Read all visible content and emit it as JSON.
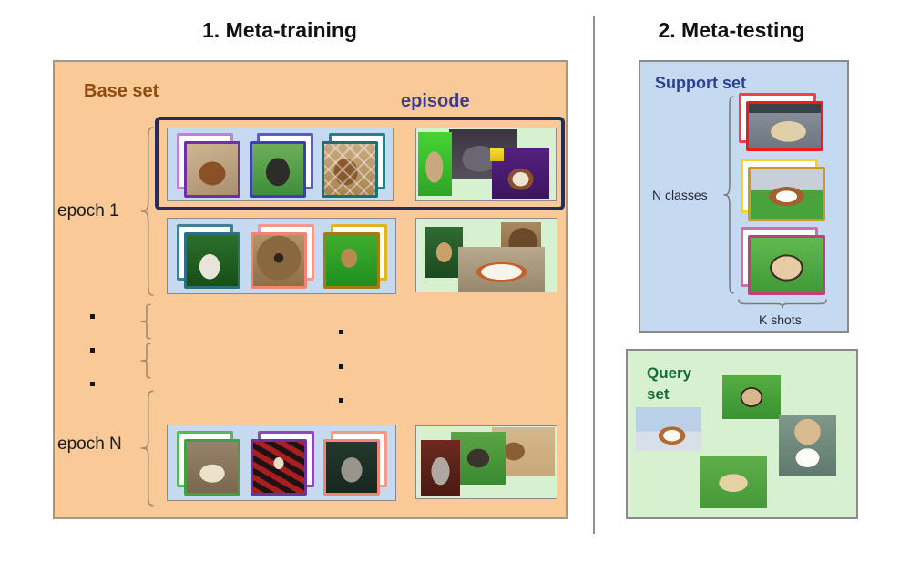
{
  "colors": {
    "orange-bg": "#f9c997",
    "panel-border": "#9b9b8b",
    "box-border": "#8a8a8a",
    "blue-bg": "#c5d9f0",
    "green-bg": "#d7f0cf",
    "navy": "#242c58",
    "divider": "#909090",
    "brace-tan": "#a08d6e",
    "brace-gray": "#7d7d7d",
    "title": "#111111",
    "base-set": "#8f4a0e",
    "episode": "#3d3d8f",
    "support-set": "#2c3f94",
    "query-set": "#156b33",
    "label-dark": "#26263a",
    "r1c1": "#7030a0",
    "r1c1-back": "#c77fd6",
    "r1c2": "#3c3cbe",
    "r1c2-back": "#5c5cc8",
    "r1c3": "#1e6e78",
    "r1c3-back": "#2a7f8a",
    "r2c1": "#2a7080",
    "r2c1-back": "#3a8294",
    "r2c2": "#f28573",
    "r2c2-back": "#f49a8a",
    "r2c3": "#a57b16",
    "r2c3-back": "#e3b320",
    "rnc1": "#3fa33f",
    "rnc1-back": "#57b857",
    "rnc2": "#7030a0",
    "rnc2-back": "#8a4ab8",
    "rnc3": "#f28573",
    "rnc3-back": "#f49a8a",
    "s1": "#ee1c1c",
    "s1-back": "#f34040",
    "s2": "#c89b28",
    "s2-back": "#f5d327",
    "s3": "#bf3f7f",
    "s3-back": "#d070a8"
  },
  "meta_training": {
    "title": "1. Meta-training",
    "base_set_label": "Base set",
    "episode_label": "episode",
    "epoch_first_label": "epoch 1",
    "epoch_last_label": "epoch N"
  },
  "meta_testing": {
    "title": "2. Meta-testing",
    "support_set_label": "Support set",
    "n_classes_label": "N classes",
    "k_shots_label": "K shots",
    "query_set_label": "Query set"
  }
}
